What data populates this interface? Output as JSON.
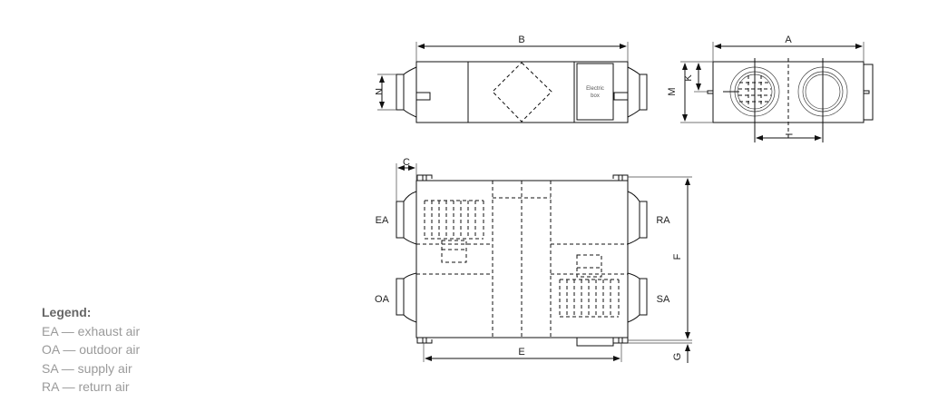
{
  "dimensions": {
    "A": "A",
    "B": "B",
    "C": "C",
    "E": "E",
    "F": "F",
    "G": "G",
    "I": "I",
    "K": "K",
    "M": "M",
    "N": "N"
  },
  "top_view": {
    "electric_box": [
      "Electric",
      "box"
    ]
  },
  "ports": {
    "ea": "EA",
    "oa": "OA",
    "ra": "RA",
    "sa": "SA"
  },
  "legend": {
    "title": "Legend:",
    "items": [
      "EA — exhaust air",
      "OA — outdoor air",
      "SA — supply air",
      "RA — return air"
    ]
  }
}
